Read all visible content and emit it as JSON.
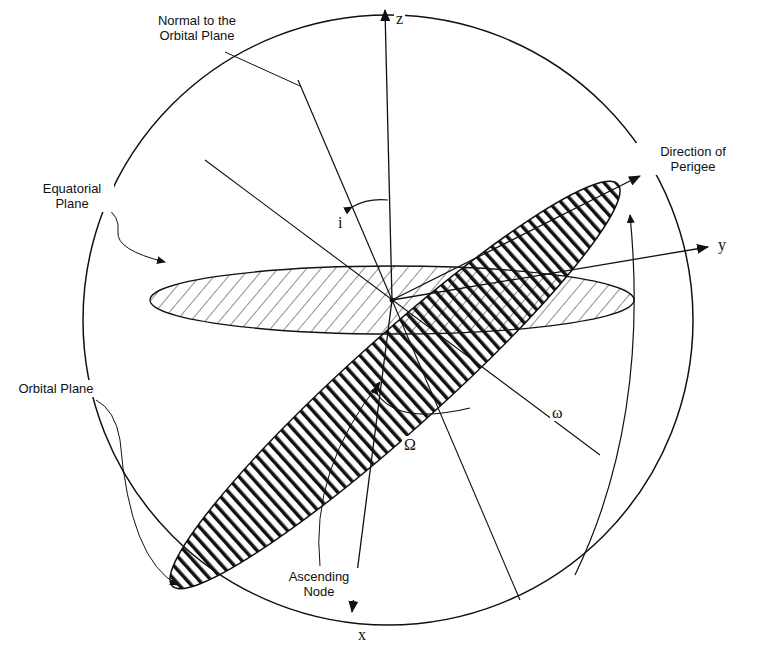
{
  "diagram": {
    "labels": [
      "Normal to the Orbital Plane",
      "z",
      "Equatorial Plane",
      "i",
      "Direction of Perigee",
      "y",
      "Orbital Plane",
      "ω",
      "Ω",
      "Ascending Node",
      "x"
    ]
  }
}
